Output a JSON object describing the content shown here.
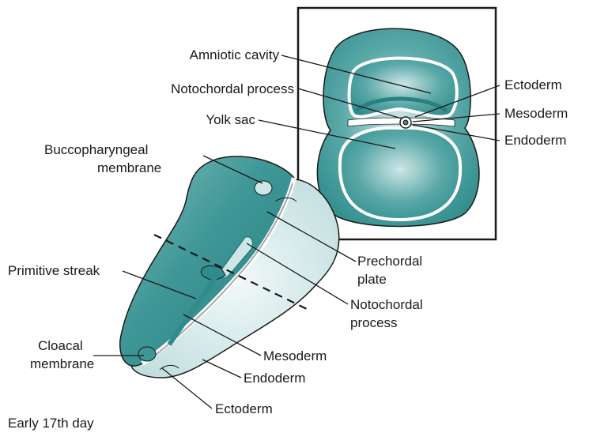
{
  "caption": "Early 17th day",
  "colors": {
    "tissue_dark": "#2f8c8c",
    "tissue_mid": "#5aa8a8",
    "tissue_light": "#cfe6e6",
    "outline": "#1a1a1a"
  },
  "inset_labels": {
    "amniotic_cavity": "Amniotic cavity",
    "notochordal_process": "Notochordal process",
    "yolk_sac": "Yolk sac",
    "ectoderm": "Ectoderm",
    "mesoderm": "Mesoderm",
    "endoderm": "Endoderm"
  },
  "disc_labels": {
    "buccopharyngeal_1": "Buccopharyngeal",
    "buccopharyngeal_2": "membrane",
    "primitive_streak": "Primitive streak",
    "cloacal_1": "Cloacal",
    "cloacal_2": "membrane",
    "prechordal_1": "Prechordal",
    "prechordal_2": "plate",
    "notochordal_1": "Notochordal",
    "notochordal_2": "process",
    "mesoderm": "Mesoderm",
    "endoderm": "Endoderm",
    "ectoderm": "Ectoderm"
  }
}
